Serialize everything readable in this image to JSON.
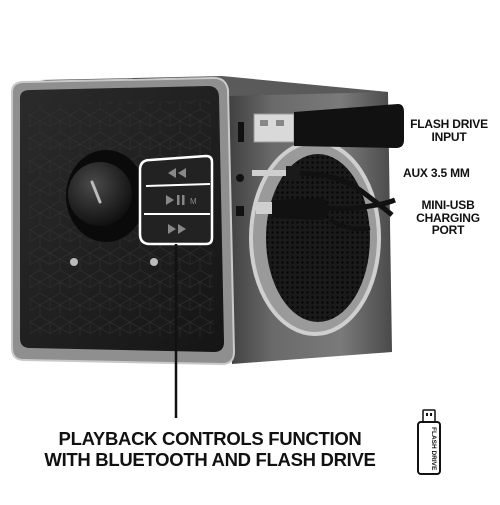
{
  "callouts": {
    "flash_drive_input": "FLASH DRIVE INPUT",
    "aux": "AUX 3.5 MM",
    "mini_usb": "MINI-USB CHARGING PORT"
  },
  "caption": {
    "line1": "PLAYBACK CONTROLS FUNCTION",
    "line2": "WITH BLUETOOTH AND FLASH DRIVE"
  },
  "flash_icon_text": "FLASH DRIVE",
  "colors": {
    "body_dark": "#1c1c1c",
    "silver": "#a8a8a8",
    "callout_outline": "#ffffff",
    "text": "#111111"
  },
  "icons": [
    "skip-back-icon",
    "play-pause-icon",
    "skip-forward-icon",
    "flash-drive-icon",
    "volume-knob-icon"
  ]
}
